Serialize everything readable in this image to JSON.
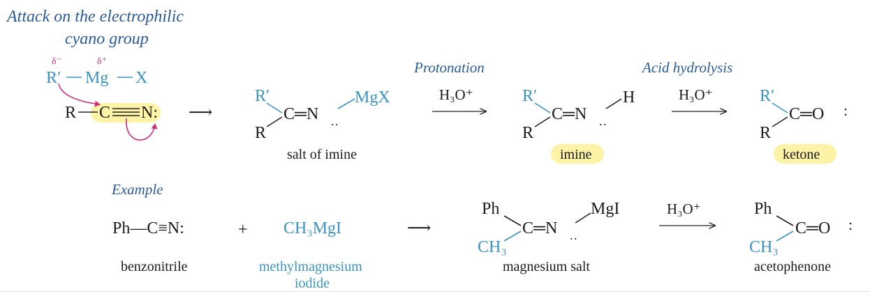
{
  "headings": {
    "attack_line1": "Attack on the electrophilic",
    "attack_line2": "cyano group",
    "protonation": "Protonation",
    "acid_hydrolysis": "Acid hydrolysis",
    "example": "Example"
  },
  "mechanism": {
    "delta_minus": "δ⁻",
    "delta_plus": "δ⁺",
    "r_prime": "R′",
    "mg": "Mg",
    "x": "X",
    "r": "R",
    "c": "C",
    "n_lone": "N:",
    "arrow1": "⟶",
    "reagent": "H₃O⁺",
    "salt": {
      "r_prime": "R′",
      "r": "R",
      "core": "C═N",
      "mgx": "MgX",
      "label": "salt of imine"
    },
    "imine": {
      "r_prime": "R′",
      "r": "R",
      "core": "C═N",
      "h": "H",
      "label": "imine"
    },
    "ketone": {
      "r_prime": "R′",
      "r": "R",
      "core": "C═O",
      "label": "ketone"
    }
  },
  "example": {
    "benzonitrile_formula": "Ph—C≡N:",
    "benzonitrile_label": "benzonitrile",
    "plus": "+",
    "grignard": "CH₃MgI",
    "grignard_label_line1": "methylmagnesium",
    "grignard_label_line2": "iodide",
    "arrow": "⟶",
    "mg_salt": {
      "ph": "Ph",
      "ch3": "CH₃",
      "core": "C═N",
      "mgi": "MgI",
      "label": "magnesium salt"
    },
    "reagent": "H₃O⁺",
    "product": {
      "ph": "Ph",
      "ch3": "CH₃",
      "core": "C═O",
      "label": "acetophenone"
    }
  },
  "colors": {
    "heading": "#2a5a98",
    "reagent_blue": "#3a93c0",
    "curved_arrow": "#d0307a",
    "highlight": "#fdf3a6"
  }
}
